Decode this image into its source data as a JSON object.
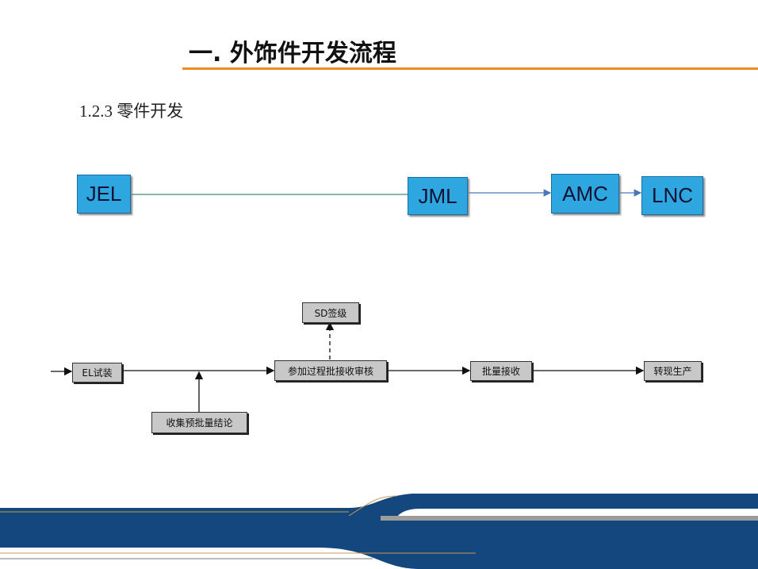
{
  "title": "一. 外饰件开发流程",
  "subtitle": "1.2.3 零件开发",
  "milestones": [
    "JEL",
    "JML",
    "AMC",
    "LNC"
  ],
  "flow": {
    "el": "EL试装",
    "review": "参加过程批接收审核",
    "batch": "批量接收",
    "prod": "转现生产",
    "sd": "SD签级",
    "collect": "收集预批量结论"
  }
}
